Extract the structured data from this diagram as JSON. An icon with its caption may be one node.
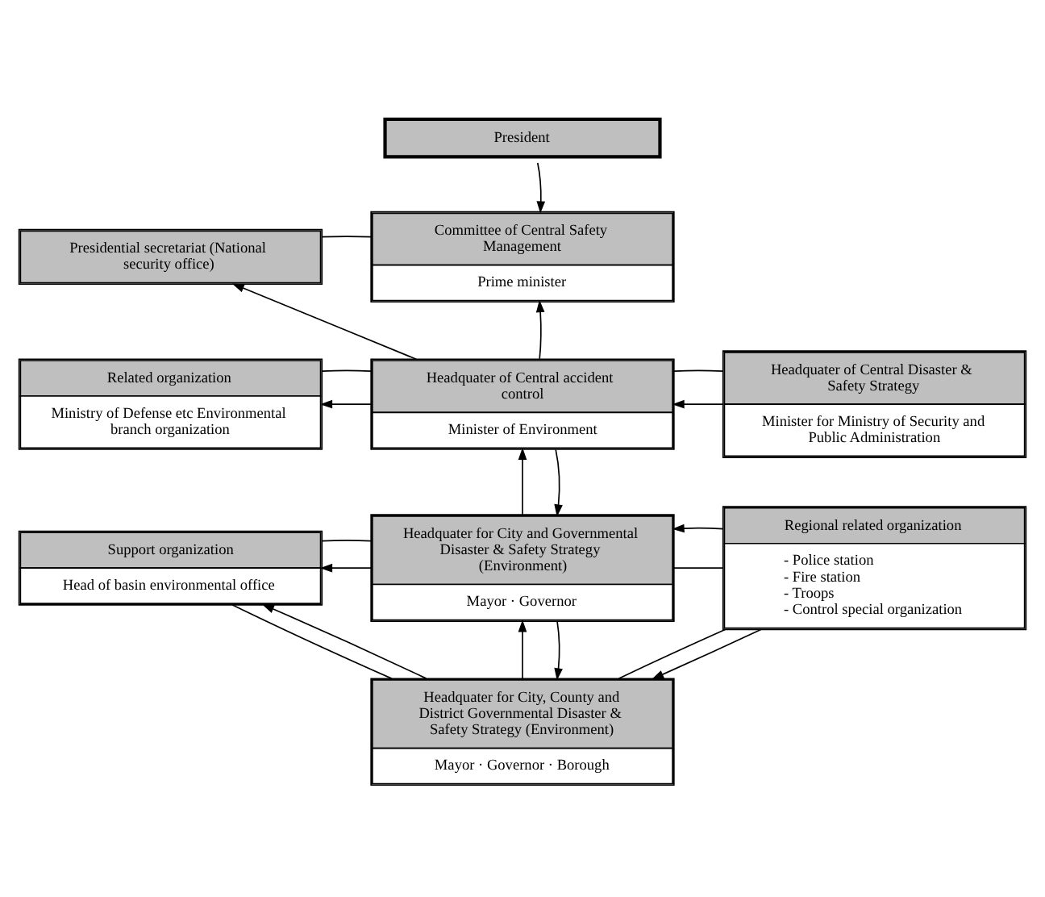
{
  "diagram": {
    "nodes": [
      {
        "text": [
          "President"
        ]
      },
      {
        "text": [
          "Presidential secretariat (National security office)"
        ]
      },
      {
        "text": [
          "Committee of Central Safety Management",
          "Prime minister"
        ]
      },
      {
        "text": [
          "Related organization",
          "Ministry of Defense etc Environmental branch organization"
        ]
      },
      {
        "text": [
          "Headquater of Central accident control",
          "Minister of Environment"
        ]
      },
      {
        "text": [
          "Headquater of Central Disaster & Safety Strategy",
          "Minister for Ministry of Security and Public Administration"
        ]
      },
      {
        "text": [
          "Support organization",
          "Head of basin environmental office"
        ]
      },
      {
        "text": [
          "Headquater for City and Governmental Disaster & Safety Strategy (Environment)",
          "Mayor · Governor"
        ]
      },
      {
        "text": [
          "Regional related organization",
          "- Police station",
          "- Fire station",
          "- Troops",
          "- Control special organization"
        ]
      },
      {
        "text": [
          "Headquater for City, County and District Governmental Disaster & Safety Strategy (Environment)",
          "Mayor · Governor · Borough"
        ]
      }
    ],
    "edges": [
      {
        "from": 0,
        "to": 2,
        "arrow": "to"
      },
      {
        "from": 1,
        "to": 2,
        "arrow": "none"
      },
      {
        "from": 4,
        "to": 1,
        "arrow": "to"
      },
      {
        "from": 4,
        "to": 2,
        "arrow": "to"
      },
      {
        "from": 4,
        "to": 3,
        "arrow": "to"
      },
      {
        "from": 3,
        "to": 4,
        "arrow": "none"
      },
      {
        "from": 5,
        "to": 4,
        "arrow": "to"
      },
      {
        "from": 5,
        "to": 4,
        "arrow": "none"
      },
      {
        "from": 7,
        "to": 4,
        "arrow": "to"
      },
      {
        "from": 4,
        "to": 7,
        "arrow": "to"
      },
      {
        "from": 7,
        "to": 6,
        "arrow": "to"
      },
      {
        "from": 6,
        "to": 7,
        "arrow": "none"
      },
      {
        "from": 8,
        "to": 7,
        "arrow": "none"
      },
      {
        "from": 8,
        "to": 7,
        "arrow": "to"
      },
      {
        "from": 9,
        "to": 7,
        "arrow": "to"
      },
      {
        "from": 7,
        "to": 9,
        "arrow": "to"
      },
      {
        "from": 9,
        "to": 6,
        "arrow": "to"
      },
      {
        "from": 6,
        "to": 9,
        "arrow": "none"
      },
      {
        "from": 8,
        "to": 9,
        "arrow": "none"
      },
      {
        "from": 8,
        "to": 9,
        "arrow": "to"
      }
    ]
  }
}
